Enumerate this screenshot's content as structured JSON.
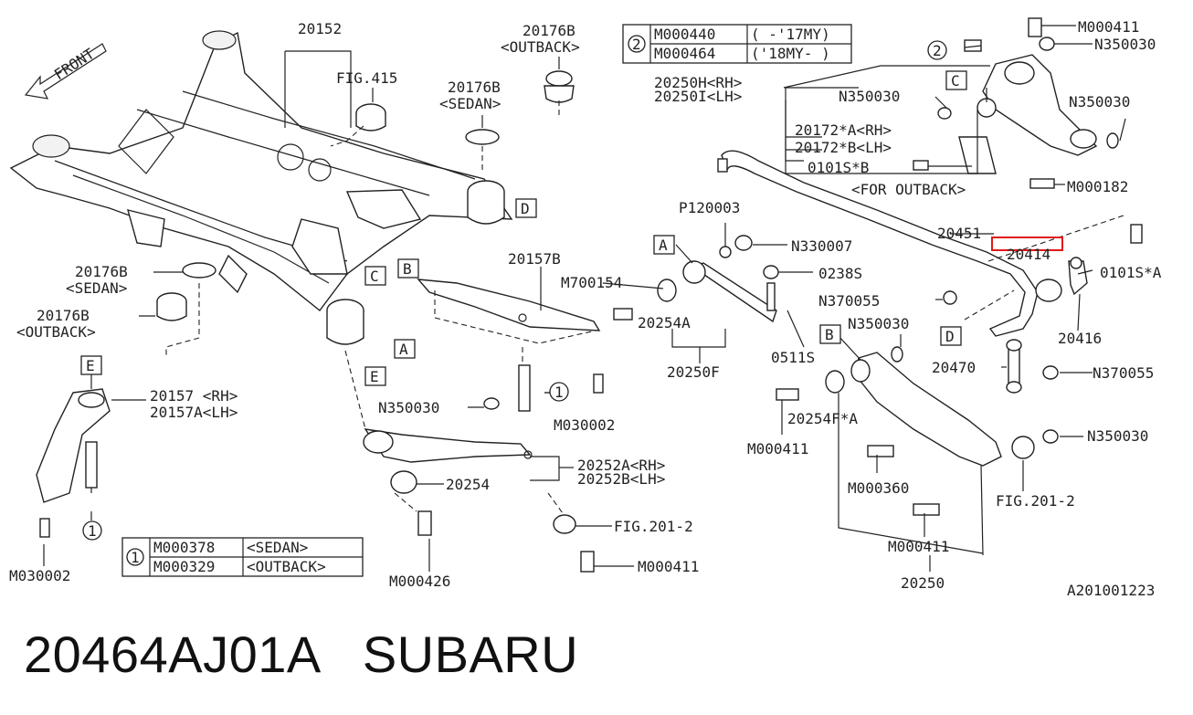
{
  "front_label": "FRONT",
  "callouts": {
    "c20152": "20152",
    "fig415": "FIG.415",
    "c20176b_top": "20176B",
    "outback_top": "<OUTBACK>",
    "c20176b_mid": "20176B",
    "sedan_mid": "<SEDAN>",
    "c20176b_left": "20176B",
    "sedan_left": "<SEDAN>",
    "c20176b_left2": "20176B",
    "outback_left": "<OUTBACK>",
    "c20157b": "20157B",
    "m700154": "M700154",
    "p120003": "P120003",
    "n330007": "N330007",
    "c0238s": "0238S",
    "n370055_a": "N370055",
    "c20254a": "20254A",
    "c0511s": "0511S",
    "c20250f": "20250F",
    "c20157_rh": "20157 <RH>",
    "c20157a_lh": "20157A<LH>",
    "n350030_a": "N350030",
    "m030002_a": "M030002",
    "m030002_b": "M030002",
    "c20252a_rh": "20252A<RH>",
    "c20252b_lh": "20252B<LH>",
    "c20254": "20254",
    "fig2012_a": "FIG.201-2",
    "m000426": "M000426",
    "m000411_a": "M000411",
    "c20250h_rh": "20250H<RH>",
    "c20250i_lh": "20250I<LH>",
    "n350030_b": "N350030",
    "c20172a_rh": "20172*A<RH>",
    "c20172b_lh": "20172*B<LH>",
    "c0101s_b": "0101S*B",
    "for_outback": "<FOR OUTBACK>",
    "m000411_top": "M000411",
    "n350030_top": "N350030",
    "n350030_right": "N350030",
    "m000182": "M000182",
    "c20451": "20451",
    "c20414": "20414",
    "c0101s_a": "0101S*A",
    "c20416": "20416",
    "n350030_c": "N350030",
    "c20470": "20470",
    "n370055_b": "N370055",
    "m000411_b": "M000411",
    "c20254f_a": "20254F*A",
    "m000360": "M000360",
    "n350030_d": "N350030",
    "fig2012_b": "FIG.201-2",
    "m000411_c": "M000411",
    "c20250": "20250",
    "ref_code": "A201001223"
  },
  "ref_letters": {
    "A": "A",
    "B": "B",
    "C": "C",
    "D": "D",
    "E": "E"
  },
  "table1": {
    "key": "1",
    "rows": [
      {
        "part": "M000378",
        "note": "<SEDAN>"
      },
      {
        "part": "M000329",
        "note": "<OUTBACK>"
      }
    ]
  },
  "table2": {
    "key": "2",
    "rows": [
      {
        "part": "M000440",
        "note": "( -'17MY)"
      },
      {
        "part": "M000464",
        "note": "('18MY- )"
      }
    ]
  },
  "circle_markers": {
    "one": "1",
    "two": "2"
  },
  "highlight": {
    "color": "#e01818"
  },
  "footer": {
    "part_number": "20464AJ01A",
    "brand": "SUBARU"
  }
}
